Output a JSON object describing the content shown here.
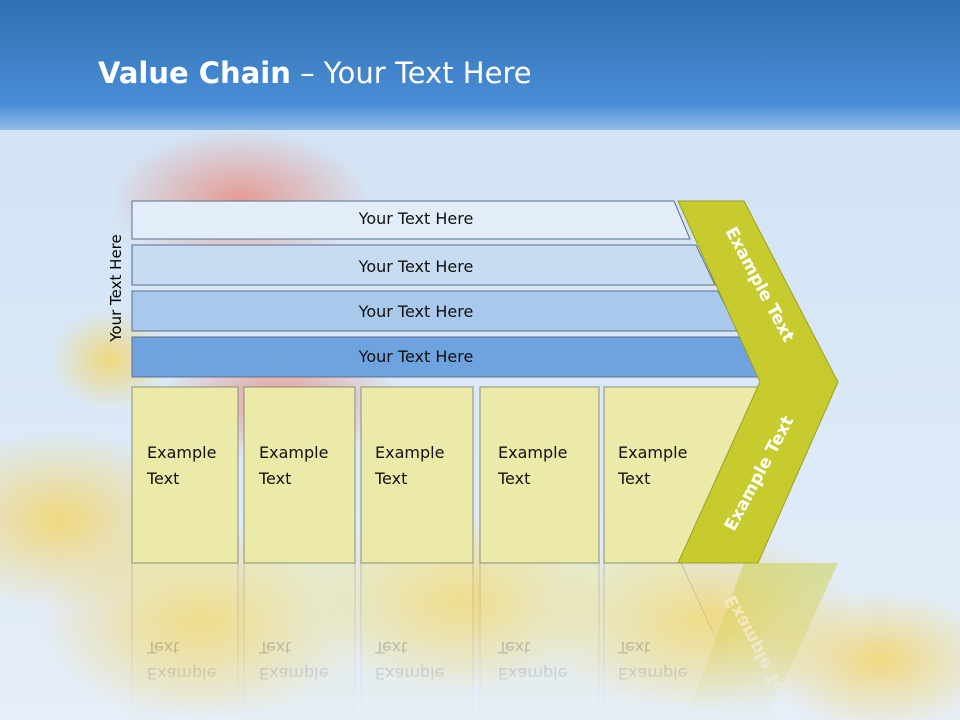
{
  "slide": {
    "title_bold": "Value Chain",
    "title_rest": " – Your Text Here",
    "vertical_label": "Your Text Here"
  },
  "support_activities": [
    {
      "label": "Your Text Here",
      "color": "#e3edf9"
    },
    {
      "label": "Your Text Here",
      "color": "#c7dcf2"
    },
    {
      "label": "Your Text Here",
      "color": "#a8c8ec"
    },
    {
      "label": "Your Text Here",
      "color": "#6fa3df"
    }
  ],
  "primary_activities": [
    {
      "line1": "Example",
      "line2": "Text"
    },
    {
      "line1": "Example",
      "line2": "Text"
    },
    {
      "line1": "Example",
      "line2": "Text"
    },
    {
      "line1": "Example",
      "line2": "Text"
    },
    {
      "line1": "Example",
      "line2": "Text"
    }
  ],
  "margin": {
    "upper_label": "Example Text",
    "lower_label": "Example Text",
    "color": "#c8cb2e"
  },
  "colors": {
    "header": "#3f86cf",
    "primary_box": "#eceaa9",
    "border": "#5b6f8a"
  }
}
